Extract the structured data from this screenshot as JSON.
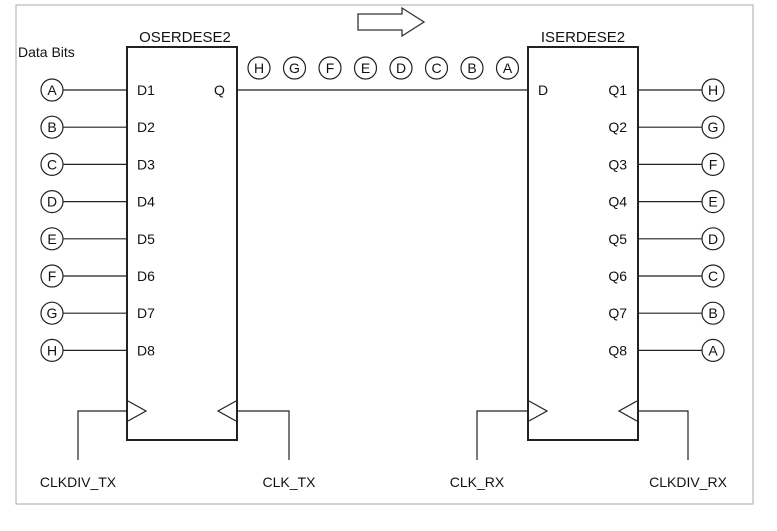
{
  "diagram": {
    "serializer": {
      "title": "OSERDESE2",
      "header": "Data Bits",
      "inputs": [
        {
          "pin": "D1",
          "bit": "A"
        },
        {
          "pin": "D2",
          "bit": "B"
        },
        {
          "pin": "D3",
          "bit": "C"
        },
        {
          "pin": "D4",
          "bit": "D"
        },
        {
          "pin": "D5",
          "bit": "E"
        },
        {
          "pin": "D6",
          "bit": "F"
        },
        {
          "pin": "D7",
          "bit": "G"
        },
        {
          "pin": "D8",
          "bit": "H"
        }
      ],
      "output_pin": "Q",
      "clk_div": "CLKDIV_TX",
      "clk": "CLK_TX"
    },
    "deserializer": {
      "title": "ISERDESE2",
      "input_pin": "D",
      "outputs": [
        {
          "pin": "Q1",
          "bit": "H"
        },
        {
          "pin": "Q2",
          "bit": "G"
        },
        {
          "pin": "Q3",
          "bit": "F"
        },
        {
          "pin": "Q4",
          "bit": "E"
        },
        {
          "pin": "Q5",
          "bit": "D"
        },
        {
          "pin": "Q6",
          "bit": "C"
        },
        {
          "pin": "Q7",
          "bit": "B"
        },
        {
          "pin": "Q8",
          "bit": "A"
        }
      ],
      "clk": "CLK_RX",
      "clk_div": "CLKDIV_RX"
    },
    "serial_stream": [
      "H",
      "G",
      "F",
      "E",
      "D",
      "C",
      "B",
      "A"
    ],
    "colors": {
      "line": "#222222",
      "frame": "#aaaaaa",
      "background": "#ffffff"
    }
  }
}
